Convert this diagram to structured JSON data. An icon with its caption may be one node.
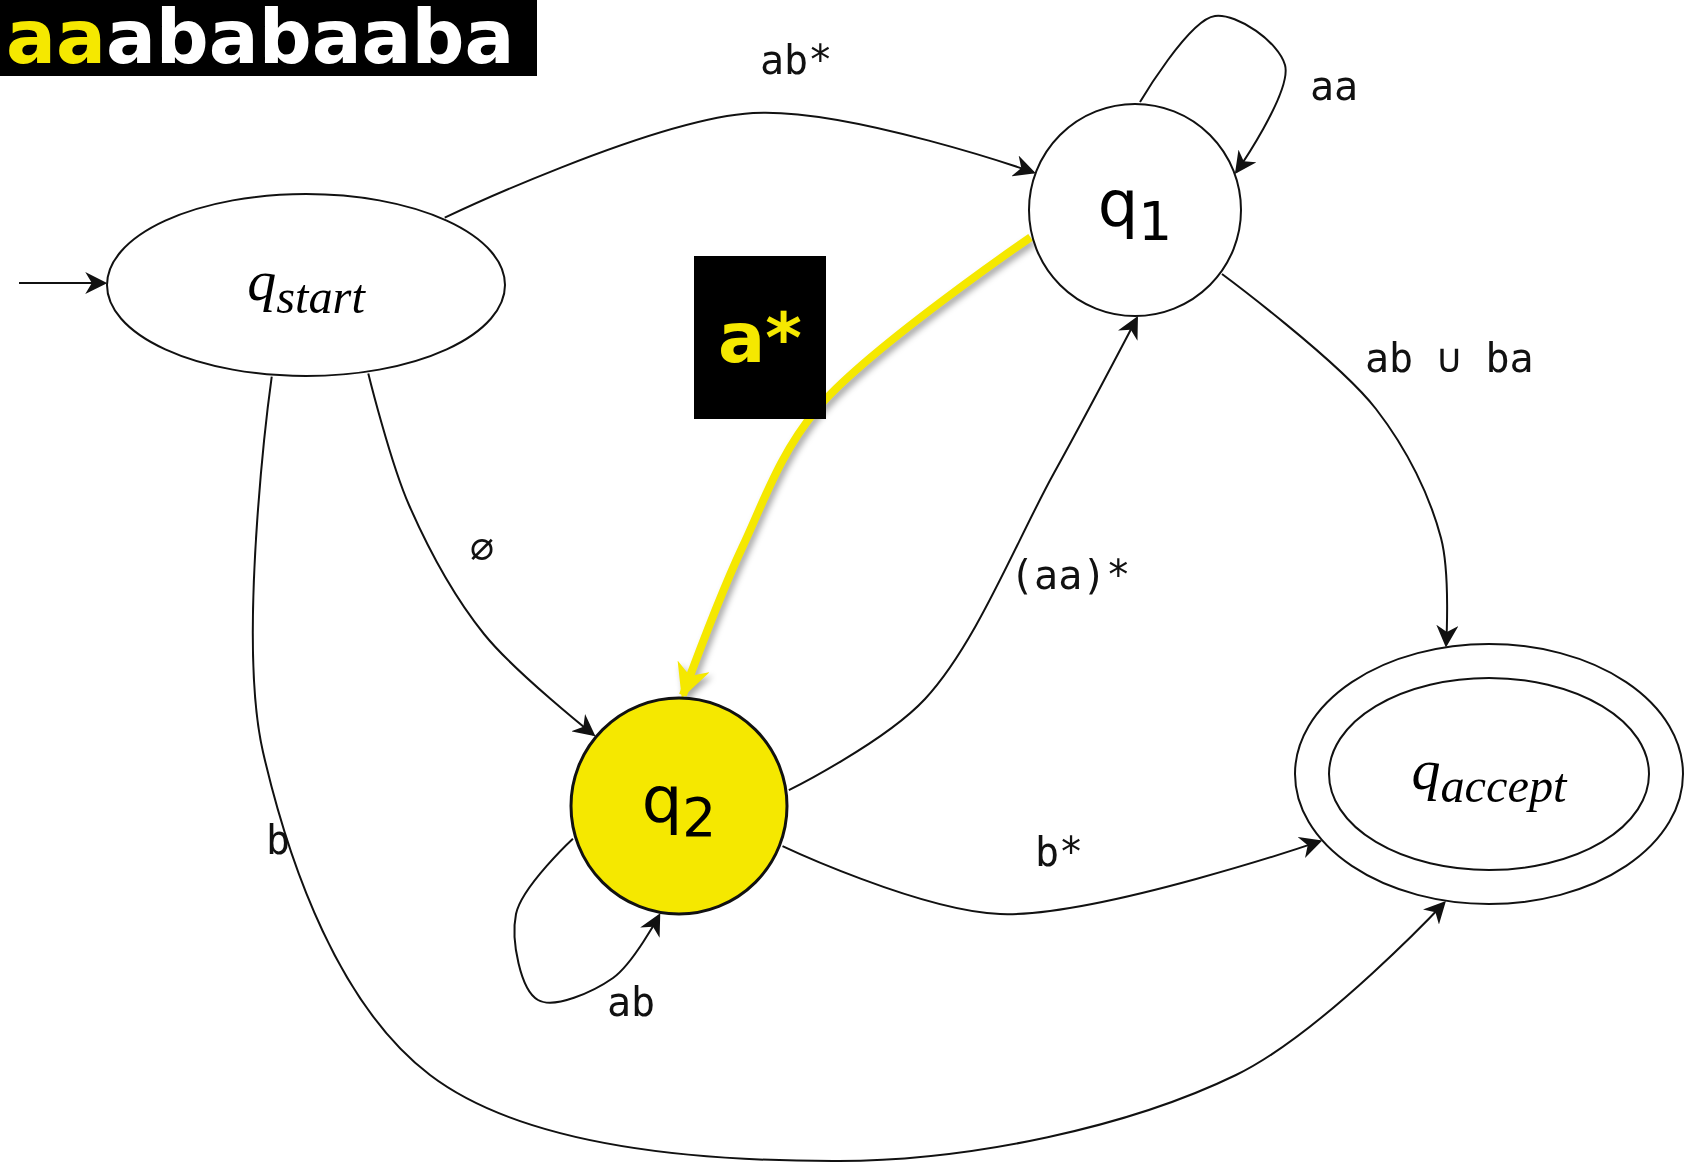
{
  "diagram": {
    "nodes": [
      {
        "text": [
          "*q*$_{start}$"
        ]
      },
      {
        "text": [
          "q$_{1}$"
        ]
      },
      {
        "text": [
          "q$_{2}$"
        ]
      },
      {
        "text": [
          "*q*$_{accept}$"
        ]
      }
    ],
    "edges": [
      {
        "from": null,
        "to": 0,
        "arrow": "to"
      },
      {
        "from": 0,
        "to": 1,
        "arrow": "to",
        "label": "ab*"
      },
      {
        "from": 1,
        "to": 1,
        "arrow": "to",
        "label": "aa"
      },
      {
        "from": 0,
        "to": 2,
        "arrow": "to",
        "label": "∅"
      },
      {
        "from": 0,
        "to": 3,
        "arrow": "to",
        "label": "b"
      },
      {
        "from": 2,
        "to": 2,
        "arrow": "to",
        "label": "ab"
      },
      {
        "from": 2,
        "to": 1,
        "arrow": "to",
        "label": "(aa)*"
      },
      {
        "from": 2,
        "to": 3,
        "arrow": "to",
        "label": "b*"
      },
      {
        "from": 1,
        "to": 3,
        "arrow": "to",
        "label": "ab ∪ ba"
      },
      {
        "from": 1,
        "to": 2,
        "arrow": "to",
        "label": "a*",
        "style": "thick",
        "color": "#f5e800"
      }
    ],
    "labels": [
      "aa",
      "ababaaba"
    ]
  }
}
